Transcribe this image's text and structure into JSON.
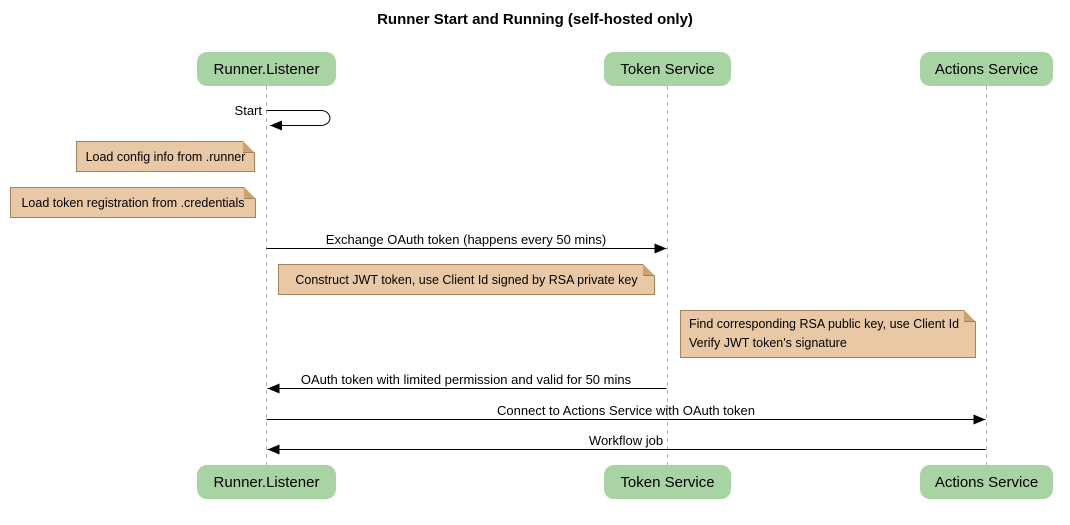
{
  "title": "Runner Start and Running (self-hosted only)",
  "colors": {
    "participant_fill": "#a8d4a4",
    "note_fill": "#e9c8a5",
    "note_border": "#a2835c",
    "note_flap": "#caa36f",
    "lifeline": "#b3b3b3",
    "ink": "#000000"
  },
  "participants": [
    {
      "label": "Runner.Listener"
    },
    {
      "label": "Token Service"
    },
    {
      "label": "Actions Service"
    }
  ],
  "self_message": {
    "label": "Start",
    "on": "Runner.Listener"
  },
  "notes": [
    {
      "text": "Load config info from .runner",
      "position": "left of Runner.Listener"
    },
    {
      "text": "Load token registration from .credentials",
      "position": "left of Runner.Listener"
    },
    {
      "text": "Construct JWT token, use Client Id signed by RSA private key",
      "position": "between Runner.Listener and Token Service"
    },
    {
      "lines": [
        "Find corresponding RSA public key, use Client Id",
        "Verify JWT token's signature"
      ],
      "position": "between Token Service and Actions Service"
    }
  ],
  "messages": [
    {
      "label": "Exchange OAuth token (happens every 50 mins)",
      "from": "Runner.Listener",
      "to": "Token Service"
    },
    {
      "label": "OAuth token with limited permission and valid for 50 mins",
      "from": "Token Service",
      "to": "Runner.Listener"
    },
    {
      "label": "Connect to Actions Service with OAuth token",
      "from": "Runner.Listener",
      "to": "Actions Service"
    },
    {
      "label": "Workflow job",
      "from": "Actions Service",
      "to": "Runner.Listener"
    }
  ]
}
